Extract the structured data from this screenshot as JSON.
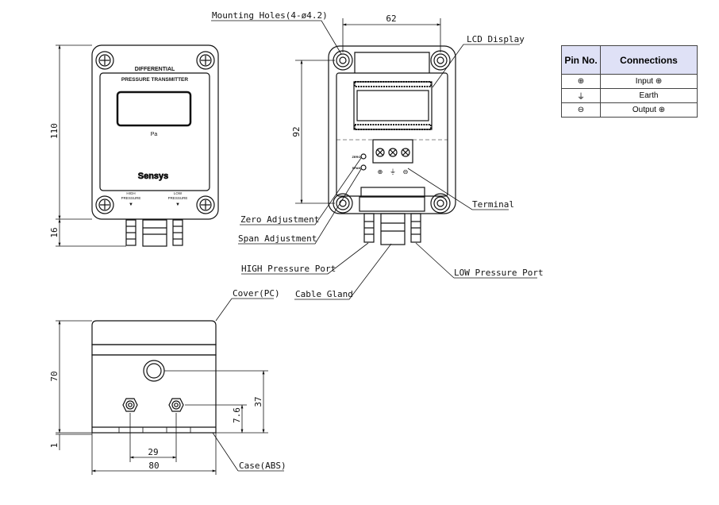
{
  "front_view": {
    "title_line1": "DIFFERENTIAL",
    "title_line2": "PRESSURE TRANSMITTER",
    "unit": "Pa",
    "brand": "Sensys",
    "high_label_1": "HIGH",
    "high_label_2": "PRESSURE",
    "low_label_1": "LOW",
    "low_label_2": "PRESSURE",
    "arrow": "▼"
  },
  "dimensions": {
    "width_62": "62",
    "height_110": "110",
    "height_92": "92",
    "port_16": "16",
    "height_70": "70",
    "dim_37": "37",
    "dim_7_6": "7.6",
    "dim_1": "1",
    "dim_29": "29",
    "width_80": "80"
  },
  "callouts": {
    "mounting_holes": "Mounting Holes(4-ø4.2)",
    "lcd_display": "LCD Display",
    "terminal": "Terminal",
    "zero_adjustment": "Zero Adjustment",
    "span_adjustment": "Span Adjustment",
    "high_port": "HIGH Pressure Port",
    "low_port": "LOW Pressure Port",
    "cable_gland": "Cable Gland",
    "cover": "Cover(PC)",
    "case": "Case(ABS)"
  },
  "inner_labels": {
    "zero": "ZERO",
    "span": "SPAN",
    "term_plus": "⊕",
    "term_earth": "⏚",
    "term_minus": "⊖"
  },
  "pin_table": {
    "headers": [
      "Pin No.",
      "Connections"
    ],
    "rows": [
      {
        "pin": "⊕",
        "connection": "Input ⊕"
      },
      {
        "pin": "⏚",
        "connection": "Earth"
      },
      {
        "pin": "⊖",
        "connection": "Output ⊕"
      }
    ]
  }
}
